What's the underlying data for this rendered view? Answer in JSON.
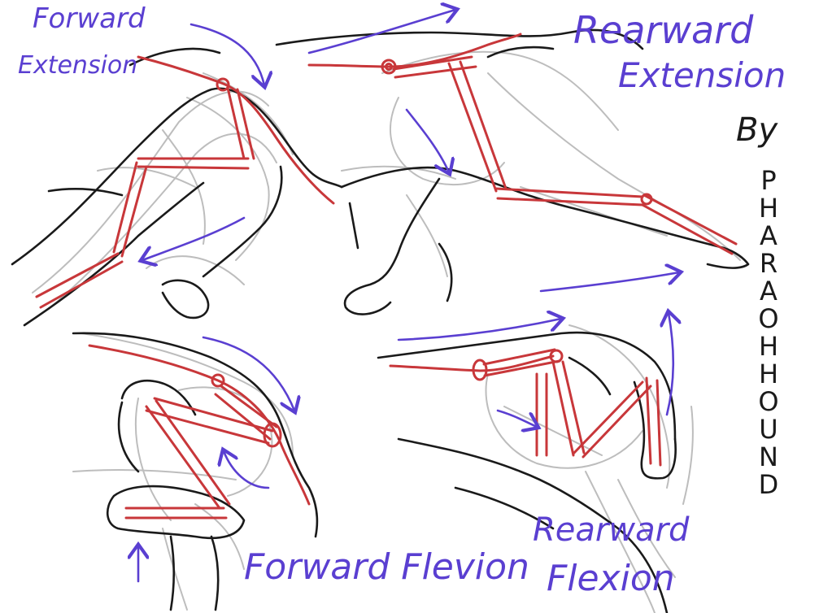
{
  "labels": {
    "forward_extension_line1": "Forward",
    "forward_extension_line2": "Extension",
    "rearward_extension_line1": "Rearward",
    "rearward_extension_line2": "Extension",
    "forward_flexion": "Forward Flevion",
    "rearward_flexion_line1": "Rearward",
    "rearward_flexion_line2": "Flexion"
  },
  "credit": {
    "by": "By",
    "artist": "PHARAOHHOUND"
  },
  "colors": {
    "bone_lines": "#c8373a",
    "outline": "#1a1a1a",
    "sketch": "#bdbdbd",
    "arrows_and_labels": "#5a3fd1"
  }
}
